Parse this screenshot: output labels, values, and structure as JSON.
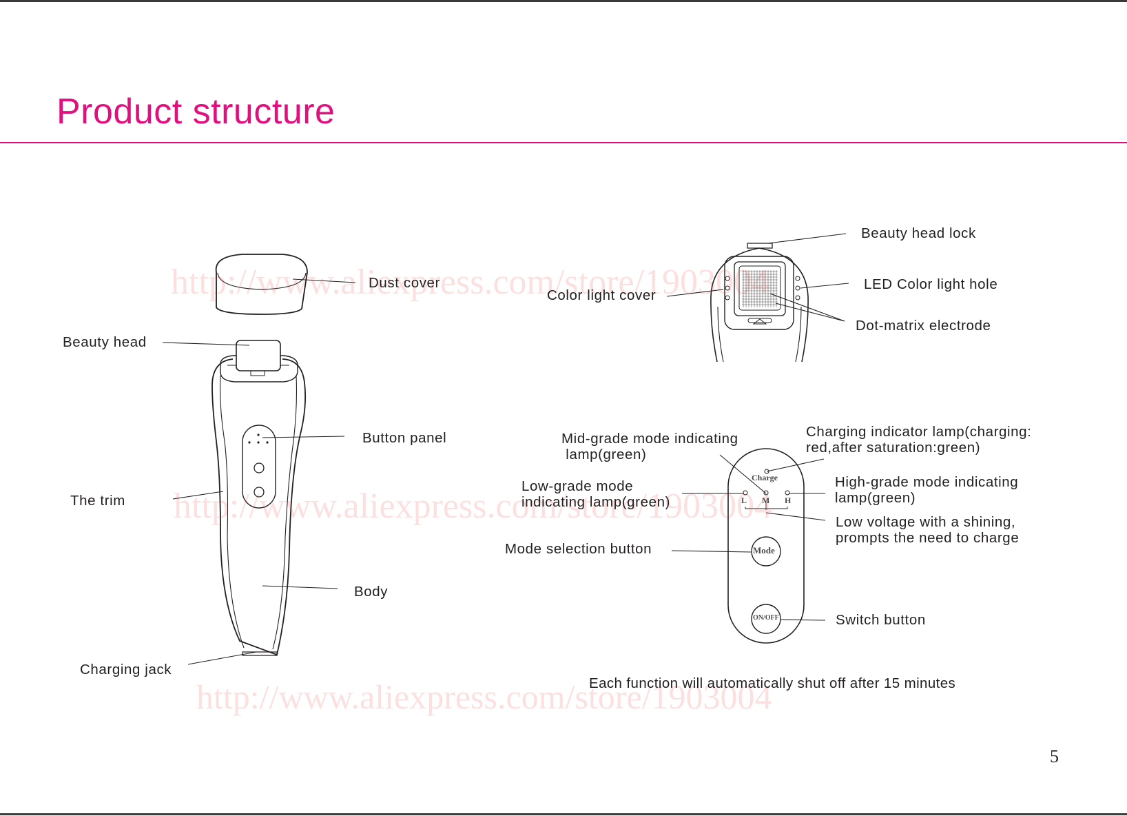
{
  "page": {
    "title": "Product structure",
    "page_number": "5",
    "footnote": "Each function will automatically shut off after 15 minutes",
    "watermark": "http://www.aliexpress.com/store/1903004"
  },
  "left_labels": {
    "dust_cover": "Dust cover",
    "beauty_head": "Beauty head",
    "button_panel": "Button panel",
    "the_trim": "The  trim",
    "body": "Body",
    "charging_jack": "Charging jack"
  },
  "head_labels": {
    "beauty_head_lock": "Beauty head lock",
    "led_color_light_hole": "LED Color light hole",
    "color_light_cover": "Color light cover",
    "dot_matrix_electrode": "Dot-matrix electrode"
  },
  "panel_labels": {
    "mid_grade_line1": "Mid-grade mode indicating",
    "mid_grade_line2": " lamp(green)",
    "charging_line1": "Charging indicator lamp(charging:",
    "charging_line2": "red,after saturation:green)",
    "low_grade_line1": "Low-grade mode",
    "low_grade_line2": "indicating lamp(green)",
    "high_grade_line1": "High-grade mode indicating",
    "high_grade_line2": "lamp(green)",
    "low_voltage_line1": "Low voltage with a shining,",
    "low_voltage_line2": "prompts the need to charge",
    "mode_selection": "Mode selection button",
    "switch_button": "Switch button"
  },
  "panel_device": {
    "charge": "Charge",
    "l": "L",
    "m": "M",
    "h": "H",
    "mode": "Mode",
    "on_off": "ON/OFF"
  },
  "colors": {
    "title": "#e0117f",
    "line_art": "#231f20",
    "watermark": "#ee4646"
  }
}
